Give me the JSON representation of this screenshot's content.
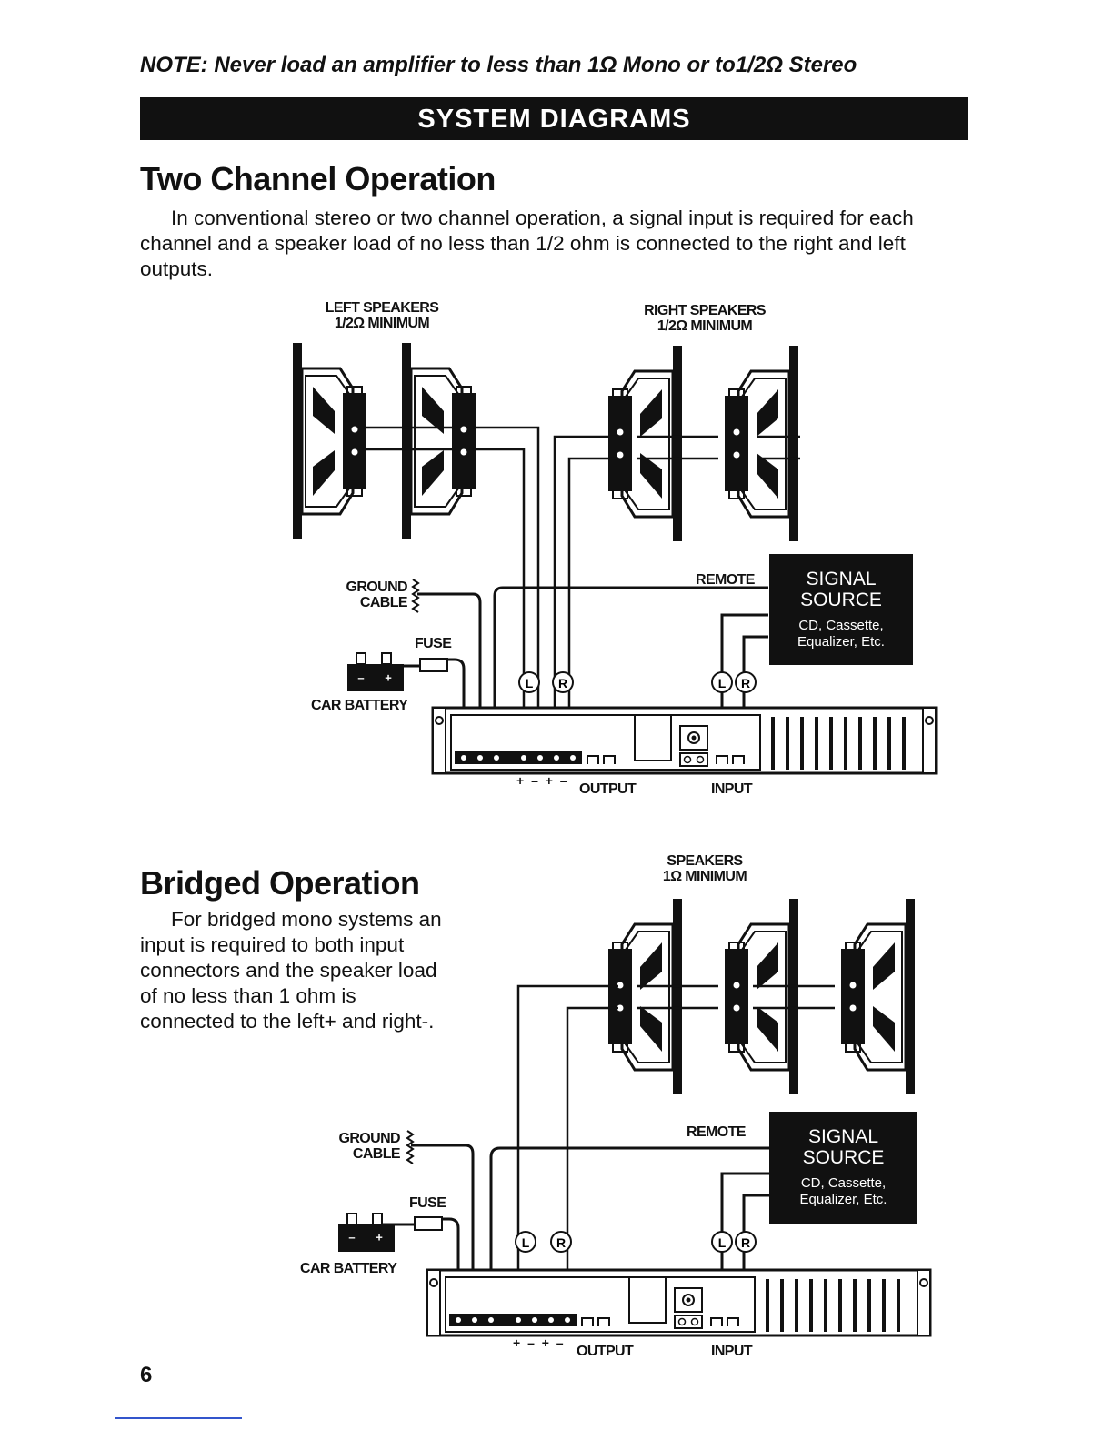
{
  "note": "NOTE: Never load an amplifier to less than 1Ω Mono or to1/2Ω Stereo",
  "banner": "SYSTEM DIAGRAMS",
  "two_channel": {
    "heading": "Two Channel Operation",
    "body": "In conventional stereo or two channel operation, a signal input is required for each channel and a speaker load of no less than 1/2 ohm is connected to the right and left outputs.",
    "left_speakers_line1": "LEFT SPEAKERS",
    "left_speakers_line2": "1/2Ω MINIMUM",
    "right_speakers_line1": "RIGHT SPEAKERS",
    "right_speakers_line2": "1/2Ω MINIMUM",
    "ground_line1": "GROUND",
    "ground_line2": "CABLE",
    "fuse": "FUSE",
    "battery": "CAR BATTERY",
    "battery_minus": "–",
    "battery_plus": "+",
    "remote": "REMOTE",
    "source_title_line1": "SIGNAL",
    "source_title_line2": "SOURCE",
    "source_sub_line1": "CD, Cassette,",
    "source_sub_line2": "Equalizer, Etc.",
    "output": "OUTPUT",
    "input": "INPUT",
    "polarity": "+ – + –",
    "L": "L",
    "R": "R"
  },
  "bridged": {
    "heading": "Bridged Operation",
    "body": "For bridged mono systems an input is required to both input connectors and the speaker load of no less than 1 ohm is connected to the left+ and right-.",
    "speakers_line1": "SPEAKERS",
    "speakers_line2": "1Ω MINIMUM",
    "ground_line1": "GROUND",
    "ground_line2": "CABLE",
    "fuse": "FUSE",
    "battery": "CAR BATTERY",
    "battery_minus": "–",
    "battery_plus": "+",
    "remote": "REMOTE",
    "source_title_line1": "SIGNAL",
    "source_title_line2": "SOURCE",
    "source_sub_line1": "CD, Cassette,",
    "source_sub_line2": "Equalizer, Etc.",
    "output": "OUTPUT",
    "input": "INPUT",
    "polarity": "+ – + –",
    "L": "L",
    "R": "R"
  },
  "page_number": "6"
}
